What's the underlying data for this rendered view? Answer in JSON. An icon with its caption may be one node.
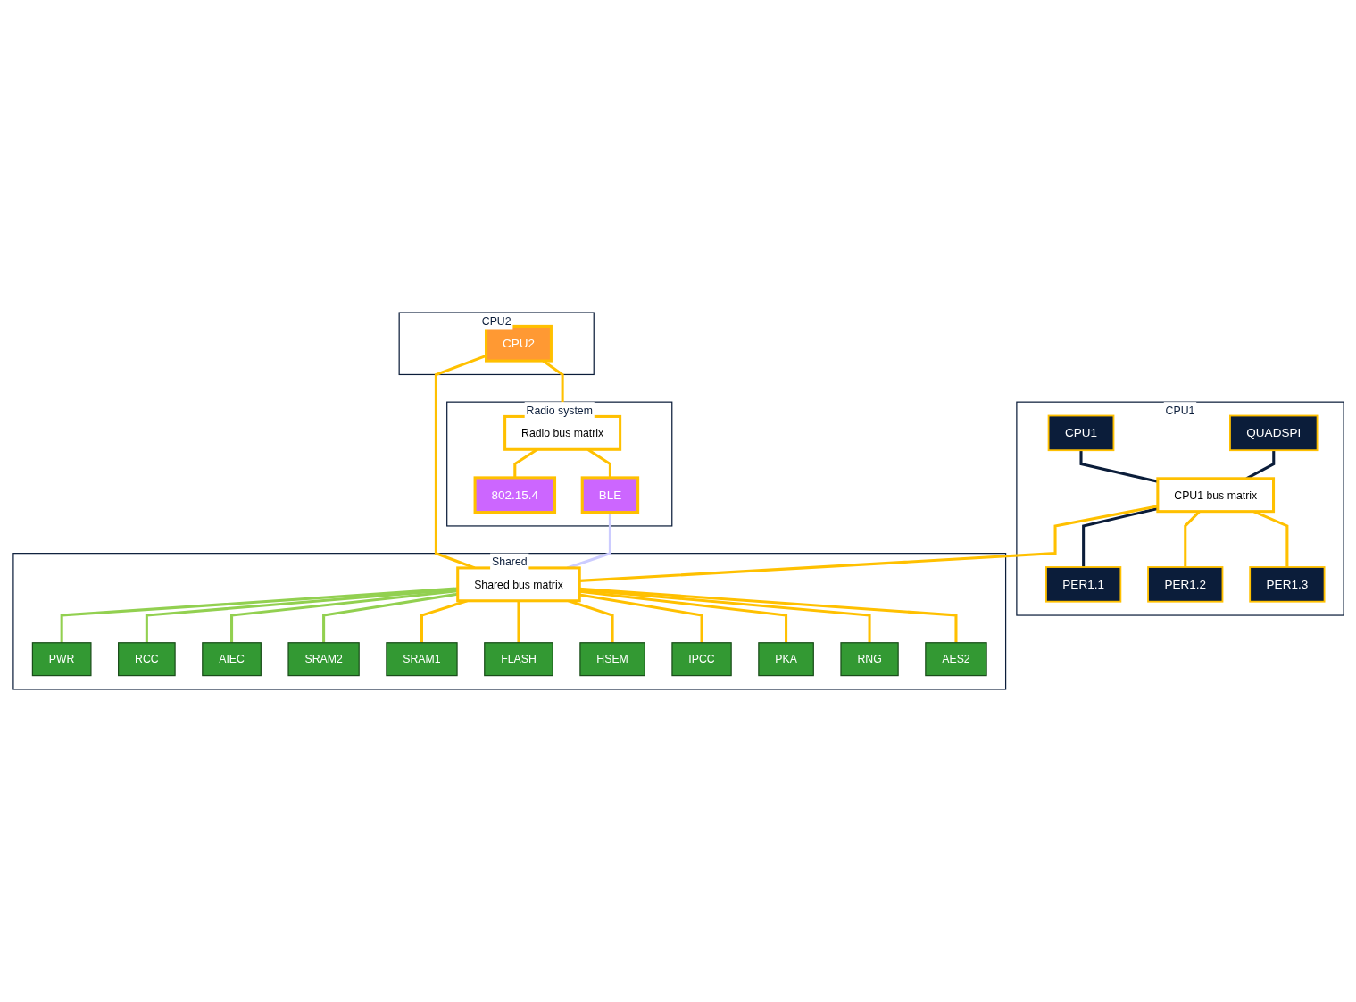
{
  "diagram": {
    "nodes": [
      {
        "text": [
          "CPU1"
        ]
      },
      {
        "text": [
          "CPU1"
        ],
        "in": 0
      },
      {
        "text": [
          "QUADSPI"
        ],
        "in": 0
      },
      {
        "text": [
          "CPU1 bus matrix"
        ],
        "in": 0
      },
      {
        "text": [
          "PER1.1"
        ],
        "in": 0
      },
      {
        "text": [
          "PER1.2"
        ],
        "in": 0
      },
      {
        "text": [
          "PER1.3"
        ],
        "in": 0
      },
      {
        "text": [
          "CPU2"
        ]
      },
      {
        "text": [
          "CPU2"
        ],
        "in": 7
      },
      {
        "text": [
          "Radio system"
        ]
      },
      {
        "text": [
          "Radio bus matrix"
        ],
        "in": 9
      },
      {
        "text": [
          "802.15.4"
        ],
        "in": 9
      },
      {
        "text": [
          "BLE"
        ],
        "in": 9
      },
      {
        "text": [
          "Shared"
        ]
      },
      {
        "text": [
          "Shared bus matrix"
        ],
        "in": 13
      },
      {
        "text": [
          "PWR"
        ],
        "in": 13
      },
      {
        "text": [
          "RCC"
        ],
        "in": 13
      },
      {
        "text": [
          "AIEC"
        ],
        "in": 13
      },
      {
        "text": [
          "SRAM2"
        ],
        "in": 13
      },
      {
        "text": [
          "SRAM1"
        ],
        "in": 13
      },
      {
        "text": [
          "FLASH"
        ],
        "in": 13
      },
      {
        "text": [
          "HSEM"
        ],
        "in": 13
      },
      {
        "text": [
          "IPCC"
        ],
        "in": 13
      },
      {
        "text": [
          "PKA"
        ],
        "in": 13
      },
      {
        "text": [
          "RNG"
        ],
        "in": 13
      },
      {
        "text": [
          "AES2"
        ],
        "in": 13
      }
    ],
    "edges": [
      {
        "from": 1,
        "to": 3,
        "arrow": "none",
        "color": "#0b1d3a"
      },
      {
        "from": 2,
        "to": 3,
        "arrow": "none",
        "color": "#0b1d3a"
      },
      {
        "from": 3,
        "to": 4,
        "arrow": "none",
        "color": "#0b1d3a"
      },
      {
        "from": 3,
        "to": 5,
        "arrow": "none"
      },
      {
        "from": 3,
        "to": 6,
        "arrow": "none"
      },
      {
        "from": 3,
        "to": 14,
        "arrow": "none"
      },
      {
        "from": 8,
        "to": 10,
        "arrow": "none"
      },
      {
        "from": 8,
        "to": 14,
        "arrow": "none"
      },
      {
        "from": 10,
        "to": 11,
        "arrow": "none"
      },
      {
        "from": 10,
        "to": 12,
        "arrow": "none"
      },
      {
        "from": 12,
        "to": 14,
        "arrow": "none",
        "color": "#ccccff"
      },
      {
        "from": 14,
        "to": 15,
        "arrow": "none",
        "color": "#92d050"
      },
      {
        "from": 14,
        "to": 16,
        "arrow": "none",
        "color": "#92d050"
      },
      {
        "from": 14,
        "to": 17,
        "arrow": "none",
        "color": "#92d050"
      },
      {
        "from": 14,
        "to": 18,
        "arrow": "none",
        "color": "#92d050"
      },
      {
        "from": 14,
        "to": 19,
        "arrow": "none"
      },
      {
        "from": 14,
        "to": 20,
        "arrow": "none"
      },
      {
        "from": 14,
        "to": 21,
        "arrow": "none"
      },
      {
        "from": 14,
        "to": 22,
        "arrow": "none"
      },
      {
        "from": 14,
        "to": 23,
        "arrow": "none"
      },
      {
        "from": 14,
        "to": 24,
        "arrow": "none"
      },
      {
        "from": 14,
        "to": 25,
        "arrow": "none"
      }
    ]
  }
}
